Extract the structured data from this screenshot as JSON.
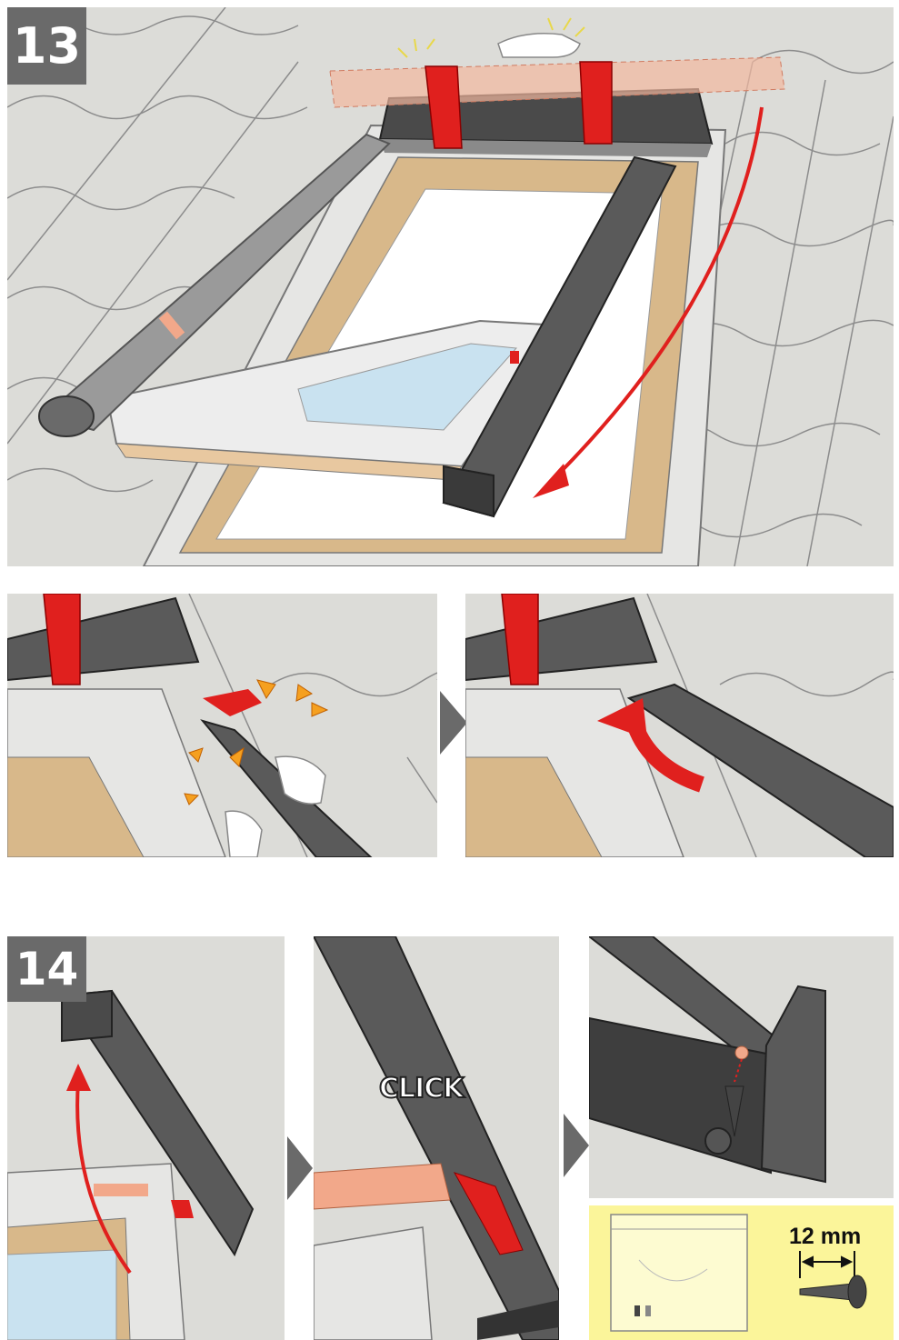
{
  "steps": {
    "step13": "13",
    "step14": "14"
  },
  "labels": {
    "click": "CLICK",
    "screw_length": "12 mm"
  },
  "colors": {
    "panel_bg": "#dcdcd8",
    "badge_bg": "#6a6a6a",
    "accent_red": "#e0201e",
    "bar_gray": "#5a5a5a",
    "info_box": "#fbf59a",
    "wood": "#e8c8a0",
    "glass": "#c9e2f0"
  },
  "icons": [
    "roof-tiles",
    "skylight-window",
    "cover-bar",
    "red-clip",
    "curved-arrow",
    "hand",
    "screw",
    "bag",
    "chevron-right-icon"
  ]
}
